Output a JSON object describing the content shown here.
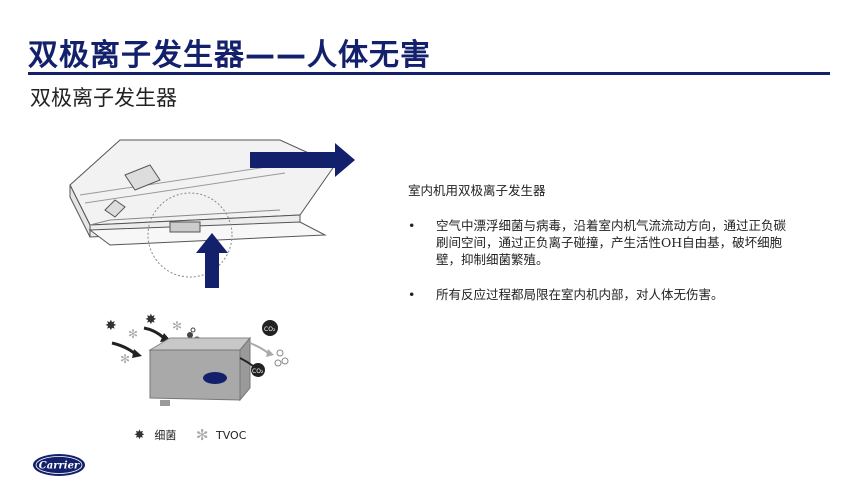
{
  "header": {
    "title": "双极离子发生器——人体无害",
    "subtitle": "双极离子发生器"
  },
  "content": {
    "heading": "室内机用双极离子发生器",
    "bullets": [
      "空气中漂浮细菌与病毒，沿着室内机气流流动方向，通过正负碳刷间空间，通过正负离子碰撞，产生活性OH自由基，破坏细胞壁，抑制细菌繁殖。",
      "所有反应过程都局限在室内机内部，对人体无伤害。"
    ],
    "bullet_symbol": "•"
  },
  "legend": {
    "bacteria_label": "细菌",
    "tvoc_label": "TVOC",
    "bacteria_icon": "bacteria-icon",
    "tvoc_icon": "tvoc-icon"
  },
  "figure": {
    "co2_label": "CO₂"
  },
  "brand": {
    "logo_text": "Carrier",
    "color": "#13206b"
  }
}
